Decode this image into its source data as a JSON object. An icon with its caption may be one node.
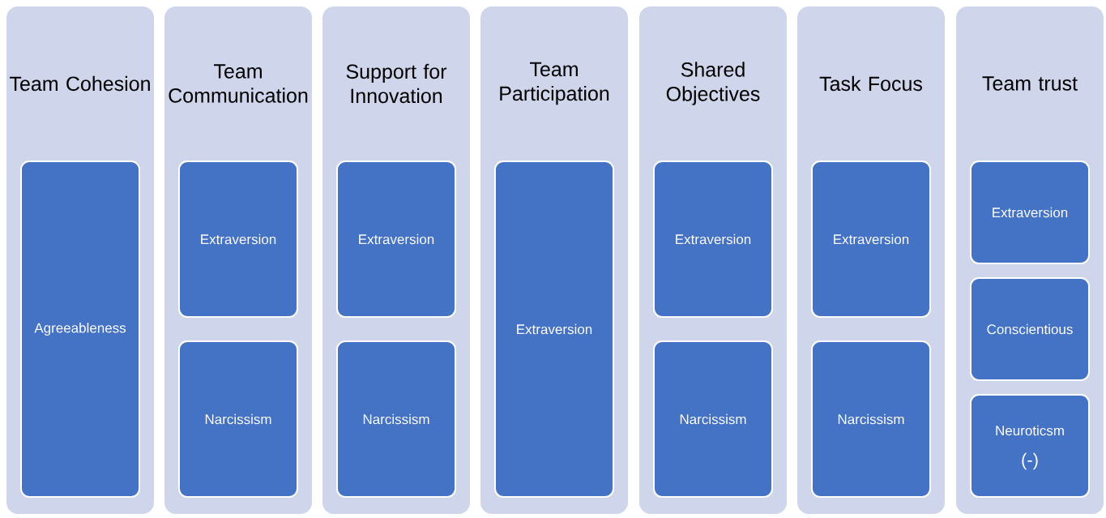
{
  "diagram": {
    "nodes": [
      {
        "text": [
          "Team Cohesion"
        ]
      },
      {
        "text": [
          "Agreeableness"
        ],
        "in": 0
      },
      {
        "text": [
          "Team Communication"
        ]
      },
      {
        "text": [
          "Extraversion"
        ],
        "in": 2
      },
      {
        "text": [
          "Narcissism"
        ],
        "in": 2
      },
      {
        "text": [
          "Support for Innovation"
        ]
      },
      {
        "text": [
          "Extraversion"
        ],
        "in": 5
      },
      {
        "text": [
          "Narcissism"
        ],
        "in": 5
      },
      {
        "text": [
          "Team Participation"
        ]
      },
      {
        "text": [
          "Extraversion"
        ],
        "in": 8
      },
      {
        "text": [
          "Shared Objectives"
        ]
      },
      {
        "text": [
          "Extraversion"
        ],
        "in": 10
      },
      {
        "text": [
          "Narcissism"
        ],
        "in": 10
      },
      {
        "text": [
          "Task Focus"
        ]
      },
      {
        "text": [
          "Extraversion"
        ],
        "in": 13
      },
      {
        "text": [
          "Narcissism"
        ],
        "in": 13
      },
      {
        "text": [
          "Team trust"
        ]
      },
      {
        "text": [
          "Extraversion"
        ],
        "in": 16
      },
      {
        "text": [
          "Conscientious"
        ],
        "in": 16
      },
      {
        "text": [
          "Neuroticsm",
          "(-)"
        ],
        "in": 16
      }
    ]
  }
}
